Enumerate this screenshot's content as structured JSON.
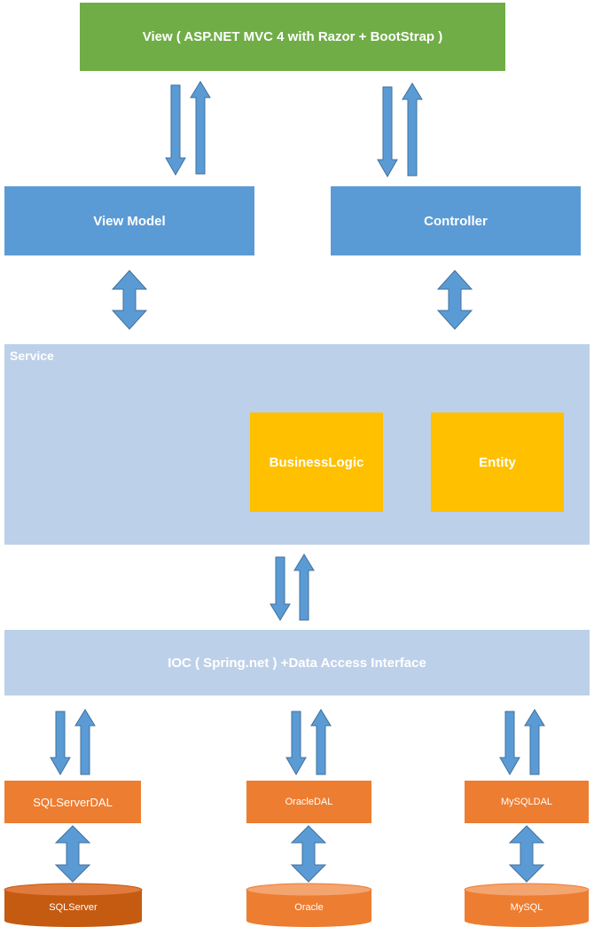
{
  "view": {
    "label": "View ( ASP.NET MVC 4 with Razor + BootStrap )"
  },
  "view_model": {
    "label": "View Model"
  },
  "controller": {
    "label": "Controller"
  },
  "service": {
    "label": "Service",
    "business_logic": "BusinessLogic",
    "entity": "Entity"
  },
  "ioc": {
    "label": "IOC ( Spring.net ) +Data Access Interface"
  },
  "dal": [
    {
      "label": "SQLServerDAL"
    },
    {
      "label": "OracleDAL"
    },
    {
      "label": "MySQLDAL"
    }
  ],
  "databases": [
    {
      "label": "SQLServer"
    },
    {
      "label": "Oracle"
    },
    {
      "label": "MySQL"
    }
  ],
  "colors": {
    "view": "#70ad47",
    "model_controller": "#5b9bd5",
    "service_ioc": "#bdd0e9",
    "inner_boxes": "#ffc000",
    "dal": "#ed7d31",
    "arrow": "#5b9bd5",
    "arrow_outline": "#41719c"
  }
}
